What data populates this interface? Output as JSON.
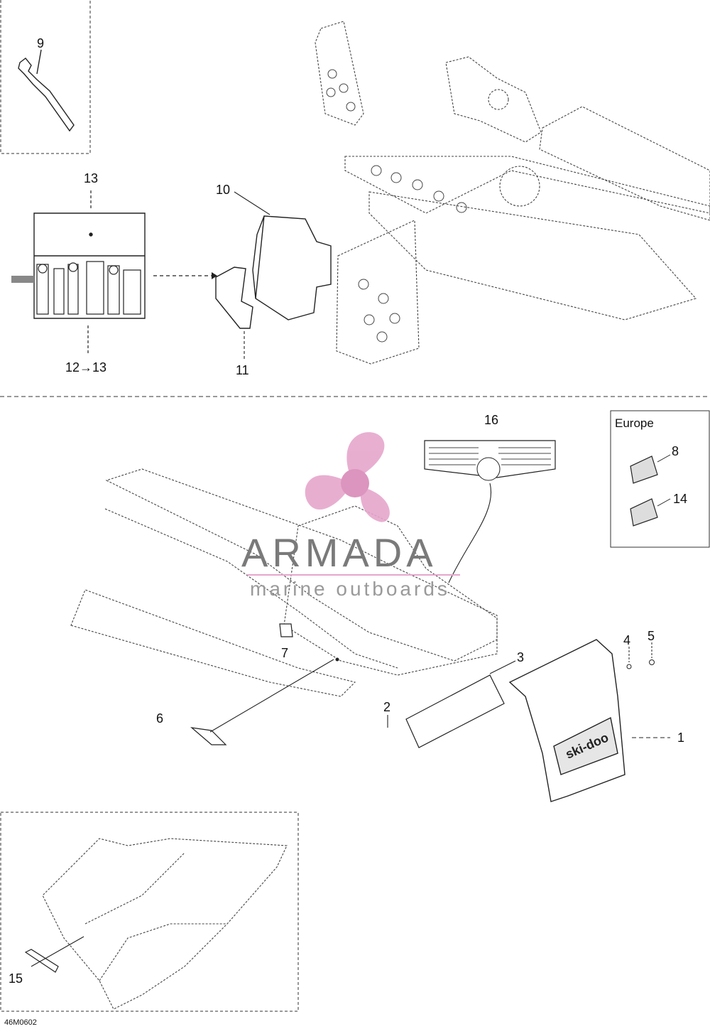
{
  "diagram": {
    "callouts": {
      "n1": "1",
      "n2": "2",
      "n3": "3",
      "n4": "4",
      "n5": "5",
      "n6": "6",
      "n7": "7",
      "n8": "8",
      "n9": "9",
      "n10": "10",
      "n11": "11",
      "n12_13": "12→13",
      "n13": "13",
      "n14": "14",
      "n15": "15",
      "n16": "16"
    },
    "europe_label": "Europe",
    "figure_code": "46M0602"
  },
  "watermark": {
    "name": "ARMADA",
    "tagline": "marine outboards",
    "color": "#e6a6cc"
  }
}
